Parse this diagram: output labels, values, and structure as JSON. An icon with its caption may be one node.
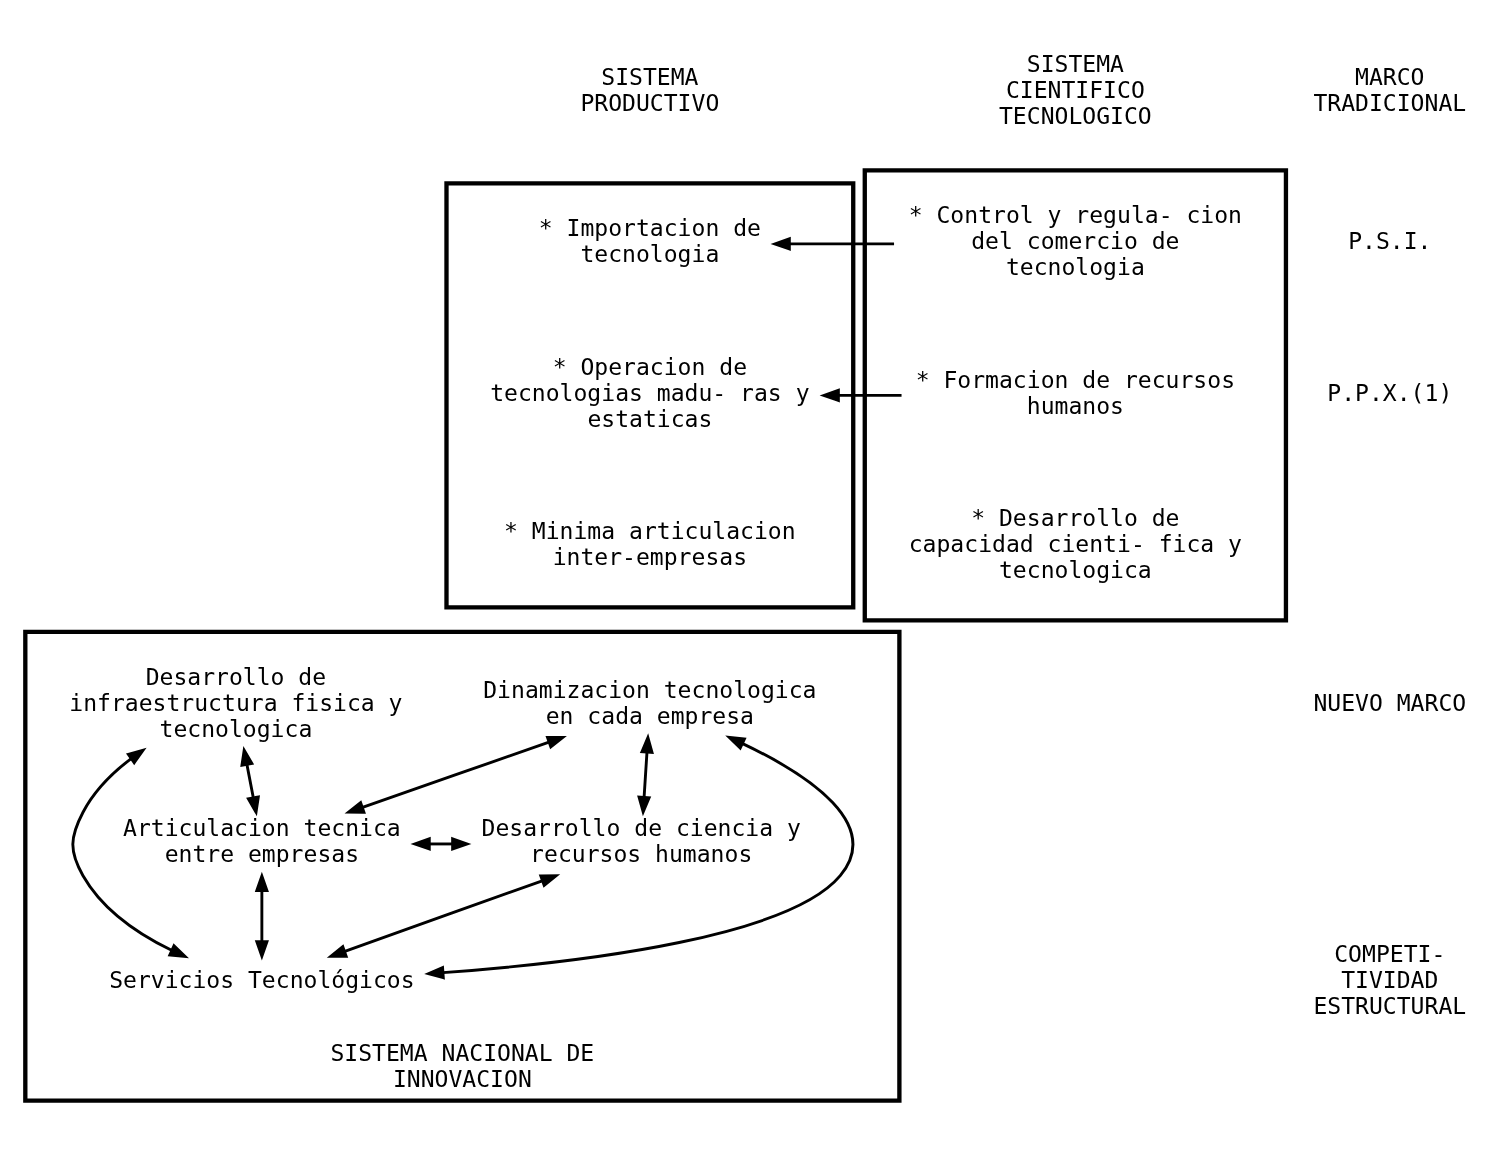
{
  "diagram": {
    "nodes": [
      {
        "text": [],
        "shape": "box"
      },
      {
        "text": [
          "* Importacion de tecnologia"
        ],
        "in": 0
      },
      {
        "text": [
          "* Operacion de tecnologias madu- ras y estaticas"
        ],
        "in": 0
      },
      {
        "text": [
          "* Minima articulacion inter-empresas"
        ],
        "in": 0
      },
      {
        "text": [],
        "shape": "box"
      },
      {
        "text": [
          "* Control y regula- cion del comercio de tecnologia"
        ],
        "in": 4
      },
      {
        "text": [
          "* Formacion de recursos humanos"
        ],
        "in": 4
      },
      {
        "text": [
          "* Desarrollo de capacidad cienti- fica y tecnologica"
        ],
        "in": 4
      },
      {
        "text": [
          "SISTEMA NACIONAL DE INNOVACION"
        ]
      },
      {
        "text": [
          "Dinamizacion tecnologica en cada empresa"
        ],
        "in": 8
      },
      {
        "text": [
          "Desarrollo de infraestructura fisica y tecnologica"
        ],
        "in": 8
      },
      {
        "text": [
          "Desarrollo de ciencia y recursos humanos"
        ],
        "in": 8
      },
      {
        "text": [
          "Articulacion tecnica entre empresas"
        ],
        "in": 8
      },
      {
        "text": [
          "Servicios Tecnológicos"
        ],
        "in": 8
      }
    ],
    "edges": [
      {
        "from": 5,
        "to": 1,
        "arrow": "to"
      },
      {
        "from": 6,
        "to": 2,
        "arrow": "to"
      },
      {
        "from": 9,
        "to": 12,
        "arrow": "both"
      },
      {
        "from": 9,
        "to": 11,
        "arrow": "both"
      },
      {
        "from": 9,
        "to": 13,
        "arrow": "both"
      },
      {
        "from": 10,
        "to": 12,
        "arrow": "both"
      },
      {
        "from": 10,
        "to": 13,
        "arrow": "both"
      },
      {
        "from": 13,
        "to": 11,
        "arrow": "both"
      },
      {
        "from": 12,
        "to": 13,
        "arrow": "both"
      },
      {
        "from": 12,
        "to": 11,
        "arrow": "both"
      }
    ],
    "labels": [
      "SISTEMA PRODUCTIVO",
      "SISTEMA CIENTIFICO TECNOLOGICO",
      "MARCO TRADICIONAL",
      "P.S.I.",
      "P.P.X.(1)",
      "NUEVO MARCO",
      "COMPETI- TIVIDAD ESTRUCTURAL"
    ]
  }
}
